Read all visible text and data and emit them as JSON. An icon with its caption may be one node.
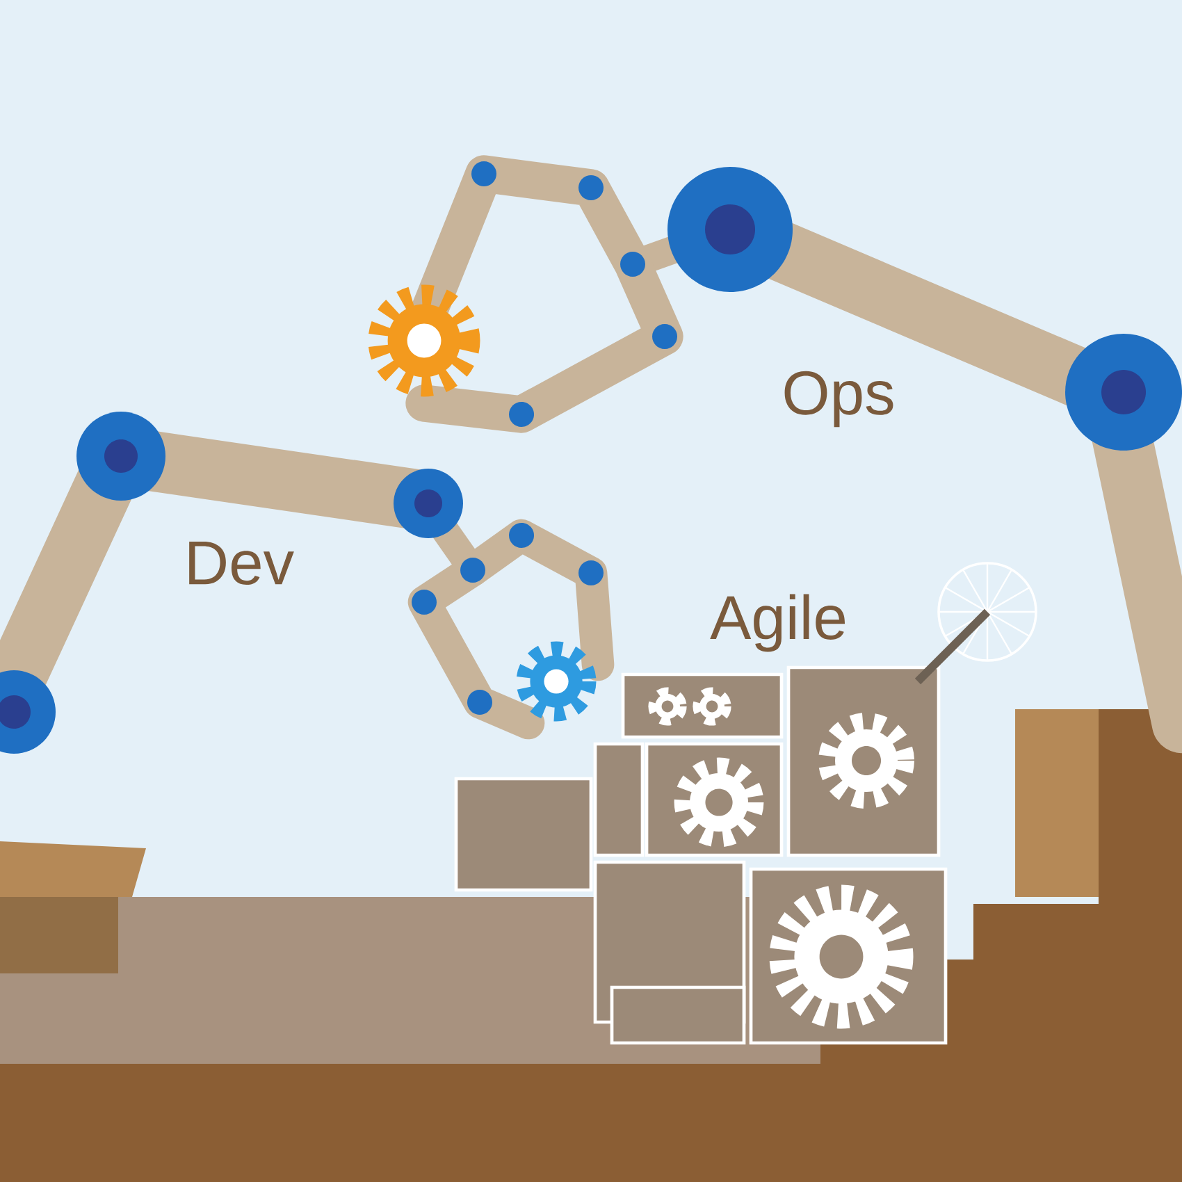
{
  "diagram": {
    "labels": [
      "Ops",
      "Dev",
      "Agile"
    ]
  }
}
